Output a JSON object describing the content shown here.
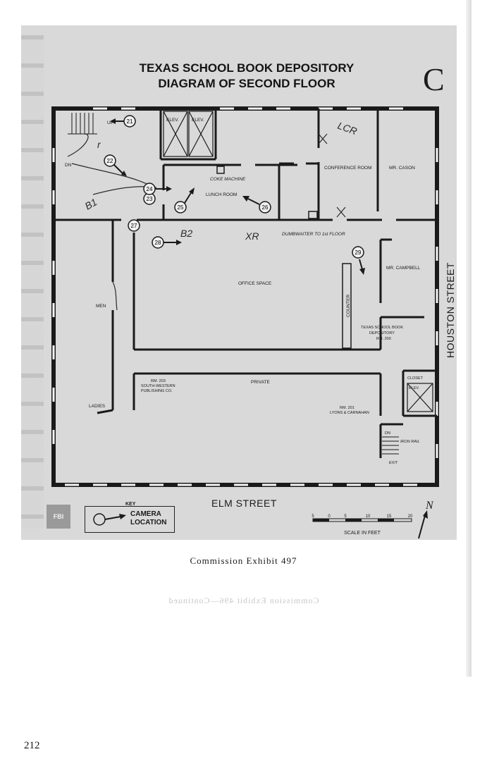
{
  "title_line1": "TEXAS SCHOOL BOOK DEPOSITORY",
  "title_line2": "DIAGRAM OF SECOND FLOOR",
  "exhibit_letter": "C",
  "labels": {
    "elev1": "ELEV.",
    "elev2": "ELEV.",
    "up": "UP",
    "dn_top": "DN",
    "coke_machine": "COKE MACHINE",
    "lunch_room": "LUNCH ROOM",
    "conference_room": "CONFERENCE ROOM",
    "mr_cason": "MR. CASON",
    "dumbwaiter": "DUMBWAITER TO 1st FLOOR",
    "office_space": "OFFICE SPACE",
    "mr_campbell": "MR. CAMPBELL",
    "counter": "COUNTER",
    "tsbd_1": "TEXAS SCHOOL BOOK",
    "tsbd_2": "DEPOSITORY",
    "tsbd_3": "RM. 200",
    "men": "MEN",
    "ladies": "LADIES",
    "rm203_1": "RM. 203",
    "rm203_2": "SOUTH-WESTERN",
    "rm203_3": "PUBLISHING CO.",
    "private": "PRIVATE",
    "rm201_1": "RM. 201",
    "rm201_2": "LYONS & CARNAHAN",
    "closet": "CLOSET",
    "elev_right": "ELEV.",
    "dn_bottom": "DN",
    "iron_rail": "IRON RAIL",
    "exit": "EXIT"
  },
  "handwriting": {
    "b1": "B1",
    "b2": "B2",
    "xr": "XR",
    "lcr": "LCR",
    "r": "r"
  },
  "camera_positions": [
    "21",
    "22",
    "23",
    "24",
    "25",
    "26",
    "27",
    "28",
    "29"
  ],
  "streets": {
    "right": "HOUSTON STREET",
    "bottom": "ELM STREET"
  },
  "key": {
    "heading": "KEY",
    "text_line1": "CAMERA",
    "text_line2": "LOCATION"
  },
  "fbi_badge": "FBI",
  "scale": {
    "ticks": [
      "5",
      "0",
      "5",
      "10",
      "15",
      "20"
    ],
    "label": "SCALE IN FEET"
  },
  "north": "N",
  "caption": "Commission Exhibit 497",
  "ghost_text": "Commission Exhibit 496—Continued",
  "page_number": "212"
}
